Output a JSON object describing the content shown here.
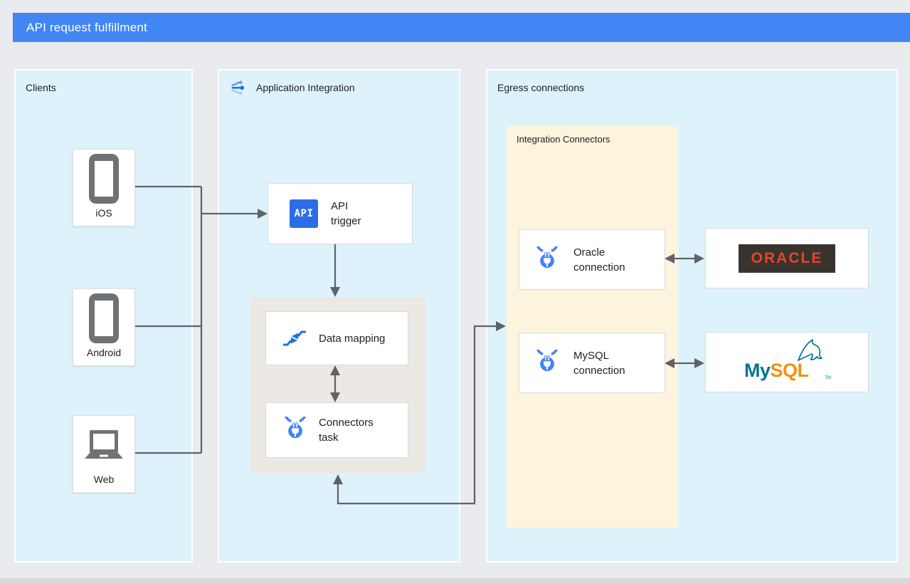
{
  "title_bar": {
    "title": "API request fulfillment"
  },
  "clients_panel": {
    "label": "Clients",
    "items": [
      {
        "name": "ios",
        "label": "iOS"
      },
      {
        "name": "android",
        "label": "Android"
      },
      {
        "name": "web",
        "label": "Web"
      }
    ]
  },
  "integration_panel": {
    "label": "Application Integration",
    "api_trigger": {
      "icon_text": "API",
      "label": "API\ntrigger"
    },
    "data_mapping": {
      "label": "Data mapping"
    },
    "connectors_task": {
      "label": "Connectors\ntask"
    }
  },
  "egress_panel": {
    "label": "Egress connections",
    "integration_connectors": {
      "label": "Integration Connectors",
      "oracle_connection": {
        "label": "Oracle\nconnection"
      },
      "mysql_connection": {
        "label": "MySQL\nconnection"
      }
    },
    "oracle_logo": {
      "text": "ORACLE"
    },
    "mysql_logo": {
      "part1": "My",
      "part2": "SQL",
      "trademark": "TM"
    }
  },
  "colors": {
    "header_blue": "#4285f4",
    "panel_blue": "#def2fc",
    "connectors_yellow": "#fcf4dc",
    "process_gray": "#ece8e4",
    "wire_gray": "#5f6368",
    "google_blue": "#4285f4",
    "api_chip_blue": "#2c6ce9",
    "oracle_red": "#e8432c",
    "oracle_dark": "#39332e",
    "mysql_teal": "#00758f",
    "mysql_orange": "#f29111",
    "background": "#e9ebee"
  }
}
